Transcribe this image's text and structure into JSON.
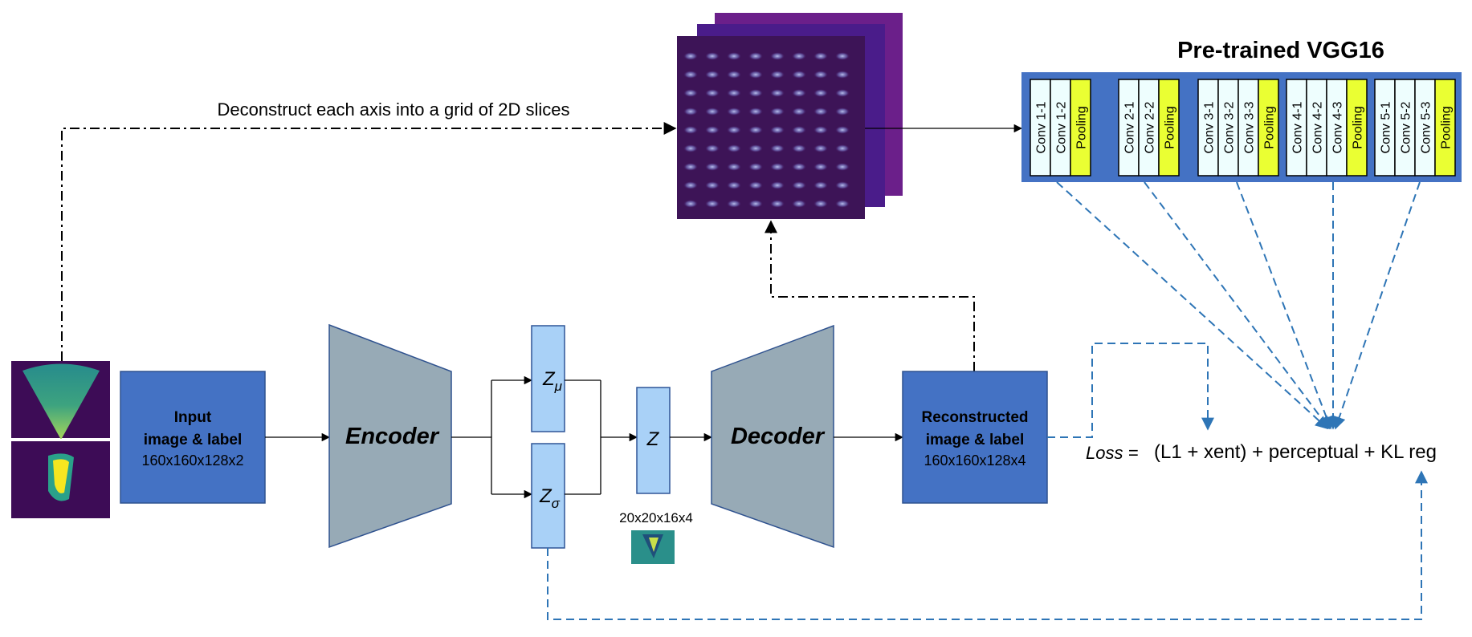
{
  "diagram": {
    "deconstruct_label": "Deconstruct each axis into a grid of 2D slices",
    "vgg_title": "Pre-trained VGG16",
    "vgg_groups": [
      {
        "layers": [
          "Conv 1-1",
          "Conv 1-2",
          "Pooling"
        ]
      },
      {
        "layers": [
          "Conv 2-1",
          "Conv 2-2",
          "Pooling"
        ]
      },
      {
        "layers": [
          "Conv 3-1",
          "Conv 3-2",
          "Conv 3-3",
          "Pooling"
        ]
      },
      {
        "layers": [
          "Conv 4-1",
          "Conv 4-2",
          "Conv 4-3",
          "Pooling"
        ]
      },
      {
        "layers": [
          "Conv 5-1",
          "Conv 5-2",
          "Conv 5-3",
          "Pooling"
        ]
      }
    ],
    "input_box": {
      "line1": "Input",
      "line2": "image & label",
      "dims": "160x160x128x2"
    },
    "encoder_label": "Encoder",
    "decoder_label": "Decoder",
    "z_mu": {
      "base": "Z",
      "sub": "μ"
    },
    "z_sigma": {
      "base": "Z",
      "sub": "σ"
    },
    "z_label": "Z",
    "latent_dims": "20x20x16x4",
    "recon_box": {
      "line1": "Reconstructed",
      "line2": "image & label",
      "dims": "160x160x128x4"
    },
    "loss": {
      "lhs": "Loss =",
      "rhs": "(L1 + xent) + perceptual + KL reg"
    },
    "colors": {
      "box_blue": "#4472c4",
      "box_blue_border": "#2f528f",
      "trap_gray": "#97aab6",
      "trap_border": "#2f528f",
      "latent_fill": "#a9d1f7",
      "latent_border": "#2f5597",
      "pooling_yellow": "#eaff33",
      "conv_fill": "#eefefe",
      "dashed_blue": "#2e75b6",
      "slice_purple_dark": "#3d1457",
      "slice_purple_mid": "#4a1c6e",
      "slice_purple_light": "#6b1f8a",
      "vgg_panel": "#4472c4"
    }
  }
}
